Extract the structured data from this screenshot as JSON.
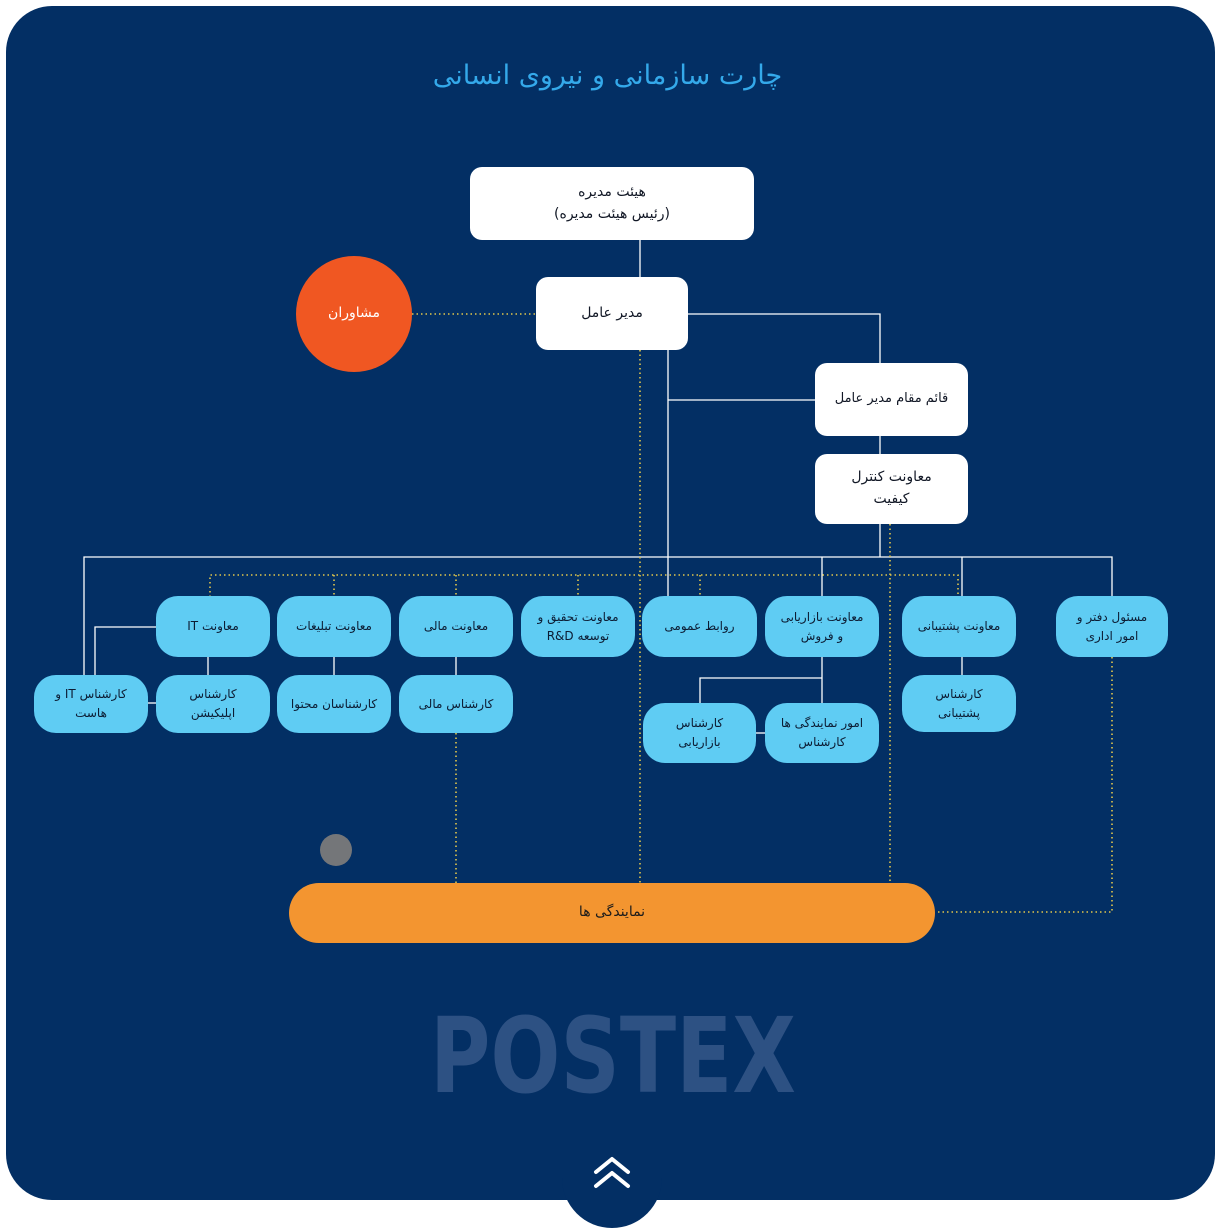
{
  "title": "چارت سازمانی و نیروی انسانی",
  "colors": {
    "background": "#032f64",
    "title": "#34a9ea",
    "node_white": "#ffffff",
    "node_blue": "#5fccf3",
    "advisor": "#f05722",
    "agencies": "#f39530",
    "solid_line": "#ffffff",
    "dotted_line": "#e2c64b"
  },
  "nodes": {
    "board": "هیئت مدیره\n(رئیس هیئت مدیره)",
    "ceo": "مدیر عامل",
    "advisors": "مشاوران",
    "deputy_ceo": "قائم مقام مدیر عامل",
    "quality": "معاونت کنترل\nکیفیت",
    "office": "مسئول دفتر و\nامور اداری",
    "support": "معاونت پشتیبانی",
    "support_expert": "کارشناس\nپشتیبانی",
    "marketing": "معاونت بازاریابی\nو فروش",
    "agency_affairs": "امور نمایندگی ها\nکارشناس",
    "marketing_expert": "کارشناس\nبازاریابی",
    "pr": "روابط عمومی",
    "rnd": "معاونت تحقیق و\nتوسعه R&D",
    "finance": "معاونت مالی",
    "finance_expert": "کارشناس مالی",
    "advertising": "معاونت تبلیغات",
    "content": "کارشناسان محتوا",
    "it": "معاونت IT",
    "app_expert": "کارشناس\nاپلیکیشن",
    "it_host": "کارشناس IT و\nهاست",
    "agencies": "نمایندگی ها"
  },
  "logo_text": "POSTEX",
  "icons": {
    "scroll_top": "double-chevron-up-icon"
  }
}
